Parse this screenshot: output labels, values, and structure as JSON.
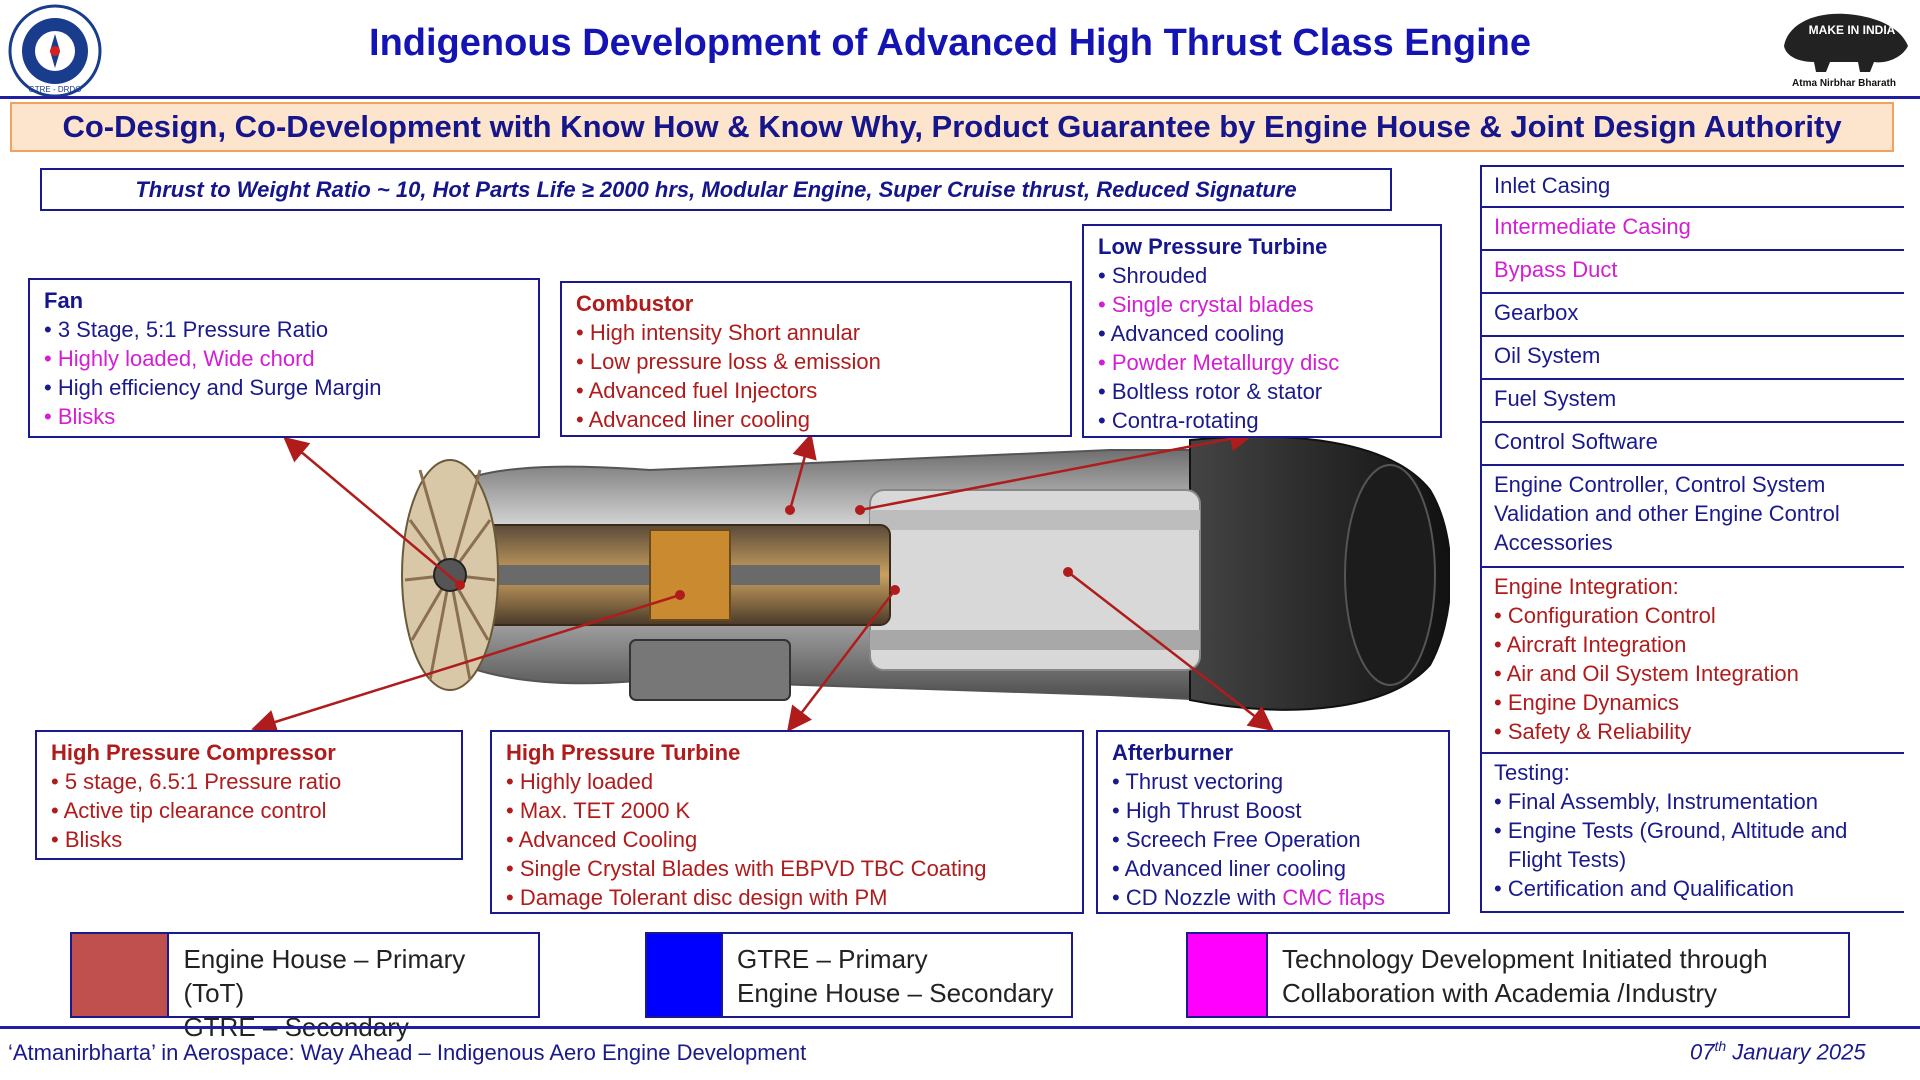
{
  "header": {
    "title": "Indigenous Development of Advanced High Thrust Class Engine",
    "logo_left_text": "GTRE - DRDO",
    "logo_right_text_1": "MAKE IN INDIA",
    "logo_right_text_2": "Atma Nirbhar Bharath"
  },
  "banner": "Co-Design, Co-Development with Know How & Know Why, Product Guarantee by Engine House & Joint Design Authority",
  "specs": "Thrust to Weight Ratio ~ 10, Hot  Parts Life  ≥  2000 hrs, Modular Engine, Super Cruise thrust, Reduced Signature",
  "colors": {
    "engine_house_primary": "#c0504d",
    "gtre_primary": "#0000ff",
    "academia": "#ff00ff",
    "arrow": "#b01c1c"
  },
  "fan": {
    "title": "Fan",
    "items": [
      "3 Stage, 5:1 Pressure Ratio",
      "Highly loaded, Wide chord",
      "High efficiency and Surge Margin",
      "Blisks"
    ]
  },
  "combustor": {
    "title": "Combustor",
    "items": [
      "High intensity Short annular",
      "Low pressure loss & emission",
      "Advanced fuel Injectors",
      "Advanced liner cooling"
    ]
  },
  "lpt": {
    "title": "Low Pressure Turbine",
    "items": [
      "Shrouded",
      "Single crystal blades",
      "Advanced cooling",
      "Powder Metallurgy disc",
      "Boltless rotor & stator",
      "Contra-rotating"
    ]
  },
  "hpc": {
    "title": "High Pressure Compressor",
    "items": [
      "5 stage, 6.5:1 Pressure ratio",
      "Active tip clearance control",
      "Blisks"
    ]
  },
  "hpt": {
    "title": "High Pressure Turbine",
    "items": [
      "Highly loaded",
      "Max. TET 2000 K",
      "Advanced Cooling",
      "Single Crystal Blades with EBPVD TBC Coating",
      "Damage Tolerant disc design with PM"
    ]
  },
  "afterburner": {
    "title": "Afterburner",
    "items": [
      "Thrust vectoring",
      "High Thrust Boost",
      "Screech Free Operation",
      "Advanced liner cooling"
    ],
    "last_prefix": "CD Nozzle with ",
    "last_suffix": "CMC flaps"
  },
  "right_column": {
    "inlet": "Inlet Casing",
    "intermediate": "Intermediate Casing",
    "bypass": "Bypass Duct",
    "gearbox": "Gearbox",
    "oil": "Oil System",
    "fuel": "Fuel System",
    "control_sw": "Control Software",
    "controller": "Engine Controller, Control System Validation and other Engine Control Accessories",
    "integration": {
      "title": "Engine Integration:",
      "items": [
        "Configuration Control",
        "Aircraft Integration",
        "Air and Oil System Integration",
        "Engine Dynamics",
        "Safety & Reliability"
      ]
    },
    "testing": {
      "title": "Testing:",
      "items": [
        "Final Assembly, Instrumentation",
        "Engine Tests (Ground, Altitude and Flight Tests)",
        "Certification and Qualification"
      ]
    }
  },
  "legend": [
    {
      "line1": "Engine House – Primary (ToT)",
      "line2": "GTRE – Secondary"
    },
    {
      "line1": "GTRE – Primary",
      "line2": "Engine House – Secondary"
    },
    {
      "line1": "Technology Development Initiated through",
      "line2": "Collaboration with Academia /Industry"
    }
  ],
  "footer": {
    "left": "‘Atmanirbharta’ in Aerospace: Way Ahead – Indigenous Aero Engine Development",
    "date_day": "07",
    "date_sup": "th",
    "date_rest": " January 2025"
  }
}
